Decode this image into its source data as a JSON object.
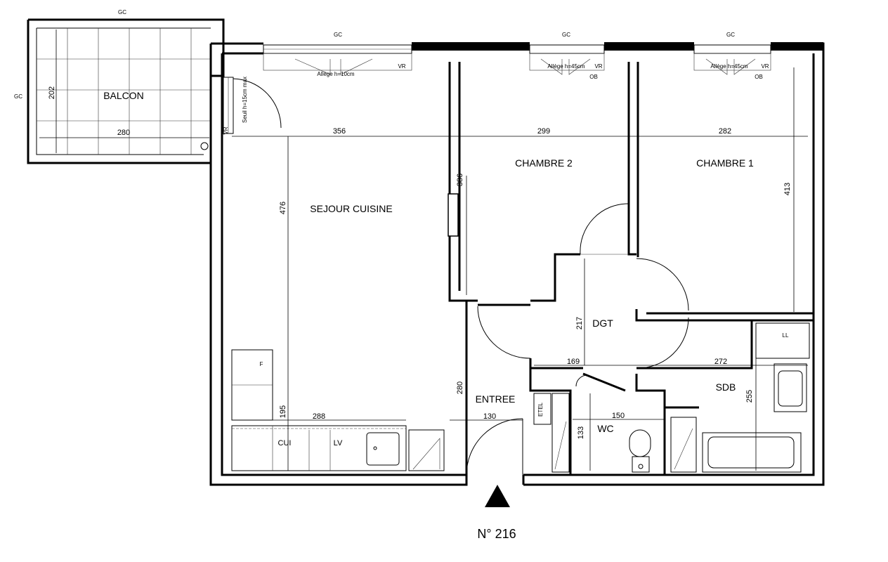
{
  "rooms": {
    "balcon": "BALCON",
    "sejour": "SEJOUR CUISINE",
    "chambre2": "CHAMBRE 2",
    "chambre1": "CHAMBRE 1",
    "dgt": "DGT",
    "entree": "ENTREE",
    "sdb": "SDB",
    "wc": "WC"
  },
  "dimensions": {
    "balcon_h": "202",
    "balcon_w": "280",
    "sejour_w": "356",
    "sejour_h": "476",
    "ch2_w": "299",
    "ch2_h": "386",
    "ch1_w": "282",
    "ch1_h": "413",
    "dgt_h": "217",
    "dgt_w": "169",
    "sdb_w": "272",
    "sdb_h": "255",
    "entree_h": "280",
    "entree_w": "130",
    "wc_w": "150",
    "wc_h": "133",
    "kitchen_h": "195",
    "kitchen_w": "288"
  },
  "labels": {
    "gc": "GC",
    "vr": "VR",
    "ob": "OB",
    "allege_sejour": "Allège h=10cm",
    "allege_ch2": "Allège h=45cm",
    "allege_ch1": "Allège h=45cm",
    "seuil": "Seuil h=15cm max",
    "fridge": "F",
    "cui": "CUI",
    "lv": "LV",
    "ll": "LL",
    "etel": "ETEL"
  },
  "apartment_number": "N° 216"
}
